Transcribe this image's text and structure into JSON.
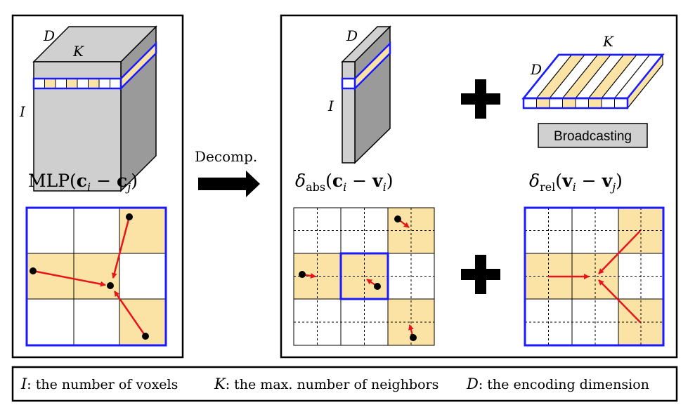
{
  "left_panel": {
    "dims": {
      "D": "D",
      "K": "K",
      "I": "I"
    },
    "formula": {
      "prefix": "MLP(",
      "c": "c",
      "i": "i",
      "minus": " − ",
      "j": "j",
      "suffix": ")"
    }
  },
  "middle": {
    "decomp_label": "Decomp."
  },
  "right_panel": {
    "slab_dims": {
      "D": "D",
      "I": "I"
    },
    "plate_dims": {
      "K": "K",
      "D": "D"
    },
    "broadcast_label": "Broadcasting",
    "abs_formula": {
      "delta": "δ",
      "sub": "abs",
      "open": "(",
      "c": "c",
      "i": "i",
      "minus": " − ",
      "v": "v",
      "i2": "i",
      "close": ")"
    },
    "rel_formula": {
      "delta": "δ",
      "sub": "rel",
      "open": "(",
      "v": "v",
      "i": "i",
      "minus": " − ",
      "v2": "v",
      "j": "j",
      "close": ")"
    }
  },
  "legend": {
    "I_sym": "I",
    "I_text": ": the number of voxels",
    "K_sym": "K",
    "K_text": ": the max. number of neighbors",
    "D_sym": "D",
    "D_text": ": the encoding dimension"
  },
  "colors": {
    "accent_blue": "#1a1aff",
    "highlight": "#fbe3a6",
    "arrow_red": "#e8141b",
    "gray_face": "#c9c9c9"
  }
}
